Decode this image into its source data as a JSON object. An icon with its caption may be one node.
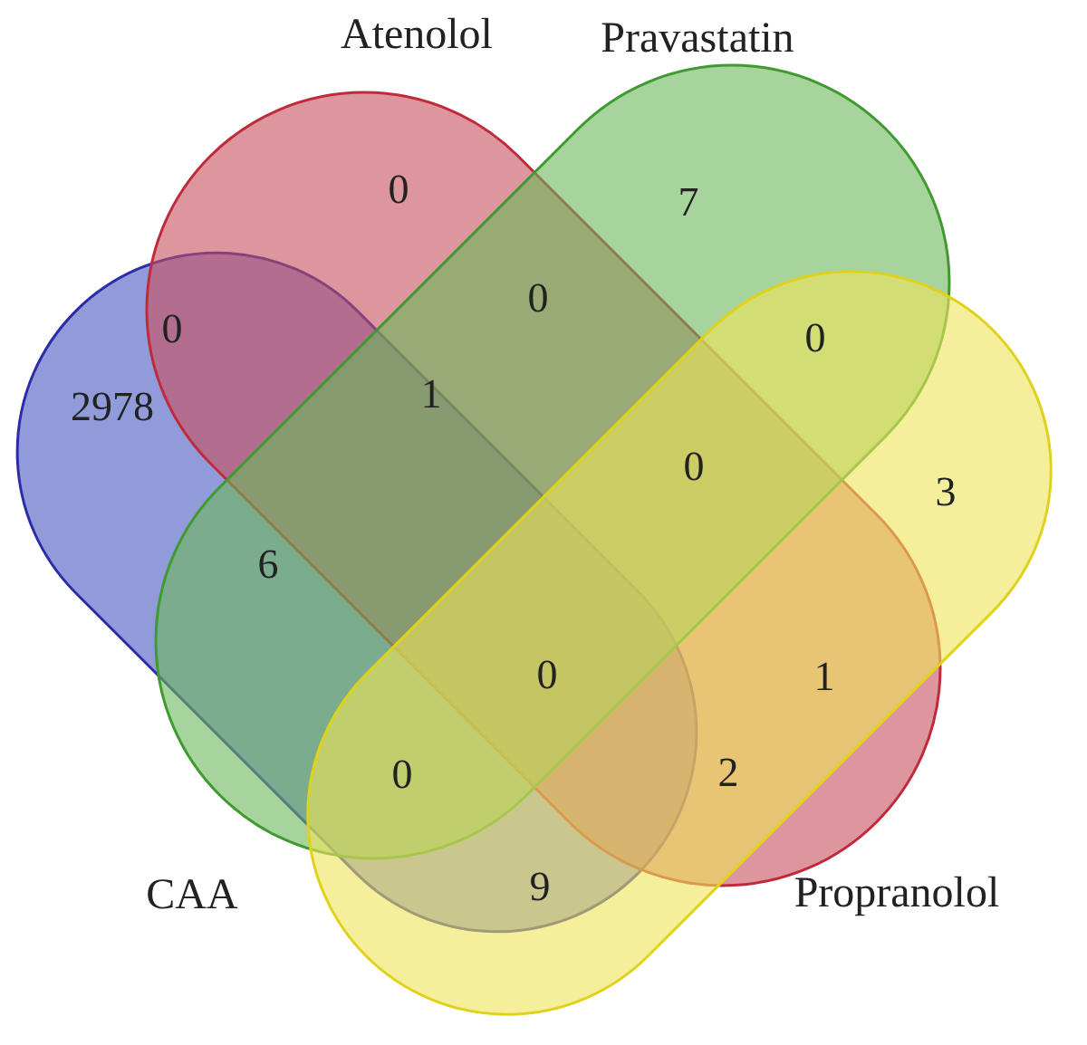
{
  "diagram": {
    "nodes": [
      {
        "text": [
          "Atenolol"
        ]
      },
      {
        "text": [
          "Pravastatin"
        ]
      },
      {
        "text": [
          "CAA"
        ]
      },
      {
        "text": [
          "Propranolol"
        ]
      }
    ],
    "labels": [
      "0",
      "7",
      "0",
      "0",
      "0",
      "2978",
      "1",
      "0",
      "3",
      "6",
      "0",
      "1",
      "0",
      "2",
      "9"
    ]
  }
}
